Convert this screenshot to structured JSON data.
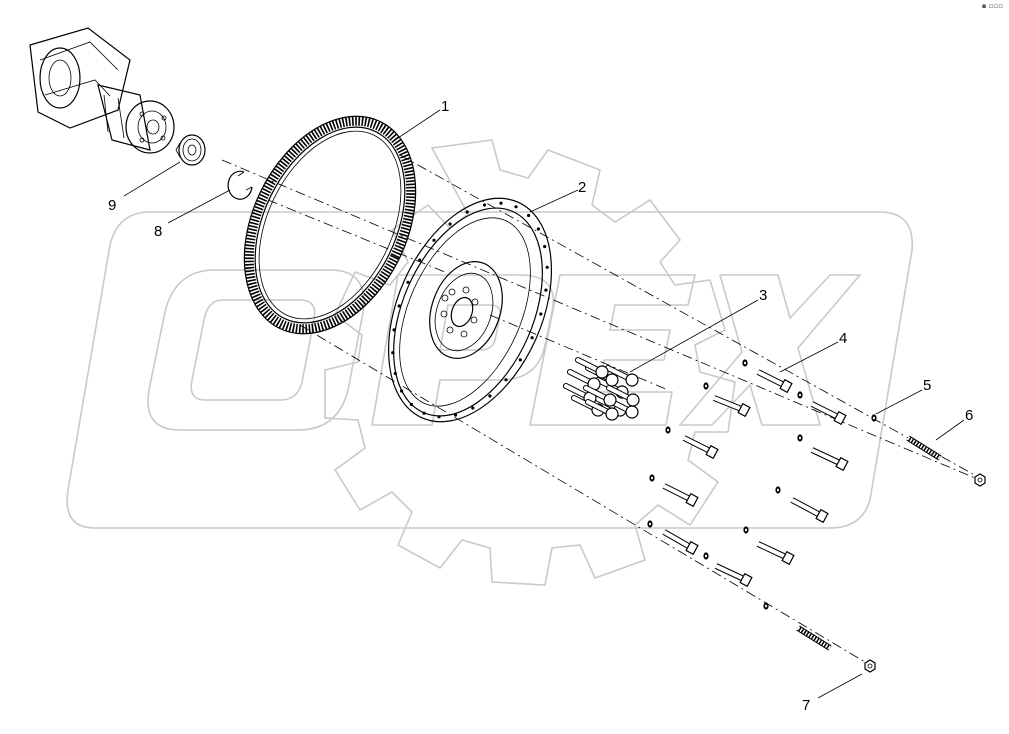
{
  "watermark": {
    "text": "OPEX",
    "color": "#c9c9c9"
  },
  "corner_mark": "▪ ▫▫▫",
  "callouts": [
    {
      "id": "1",
      "label": "1"
    },
    {
      "id": "2",
      "label": "2"
    },
    {
      "id": "3",
      "label": "3"
    },
    {
      "id": "4",
      "label": "4"
    },
    {
      "id": "5",
      "label": "5"
    },
    {
      "id": "6",
      "label": "6"
    },
    {
      "id": "7",
      "label": "7"
    },
    {
      "id": "8",
      "label": "8"
    },
    {
      "id": "9",
      "label": "9"
    }
  ],
  "parts": [
    {
      "name": "crankshaft-end",
      "icon": "crankshaft-icon"
    },
    {
      "name": "ring-gear",
      "icon": "ring-gear-icon"
    },
    {
      "name": "flywheel",
      "icon": "flywheel-icon"
    },
    {
      "name": "bolt-set",
      "icon": "bolt-cluster-icon"
    },
    {
      "name": "bolt",
      "icon": "bolt-icon"
    },
    {
      "name": "washer",
      "icon": "washer-icon"
    },
    {
      "name": "stud",
      "icon": "stud-icon"
    },
    {
      "name": "nut",
      "icon": "nut-icon"
    },
    {
      "name": "snap-ring",
      "icon": "snap-ring-icon"
    },
    {
      "name": "bearing",
      "icon": "bearing-icon"
    }
  ]
}
